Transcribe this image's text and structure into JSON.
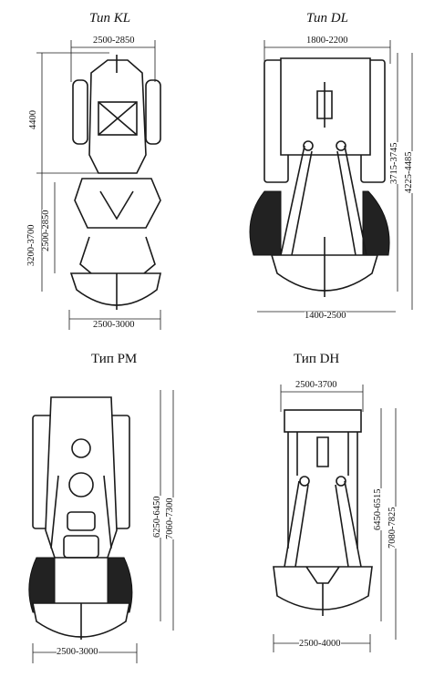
{
  "diagrams": {
    "kl": {
      "title": "Тип  KL",
      "dims": {
        "top_width": "2500-2850",
        "total_height": "4400",
        "lower_height": "3200-3700",
        "mid_height": "2500-2850",
        "bottom_width": "2500-3000"
      }
    },
    "dl": {
      "title": "Тип DL",
      "dims": {
        "top_width": "1800-2200",
        "height_a": "3715-3745",
        "height_b": "4225-4485",
        "bottom_width": "1400-2500"
      }
    },
    "pm": {
      "title": "Тип PM",
      "dims": {
        "height_a": "6250-6450",
        "height_b": "7060-7300",
        "bottom_width": "2500-3000"
      }
    },
    "dh": {
      "title": "Тип DH",
      "dims": {
        "top_width": "2500-3700",
        "height_a": "6450-6515",
        "height_b": "7080-7825",
        "bottom_width": "2500-4000"
      }
    }
  }
}
